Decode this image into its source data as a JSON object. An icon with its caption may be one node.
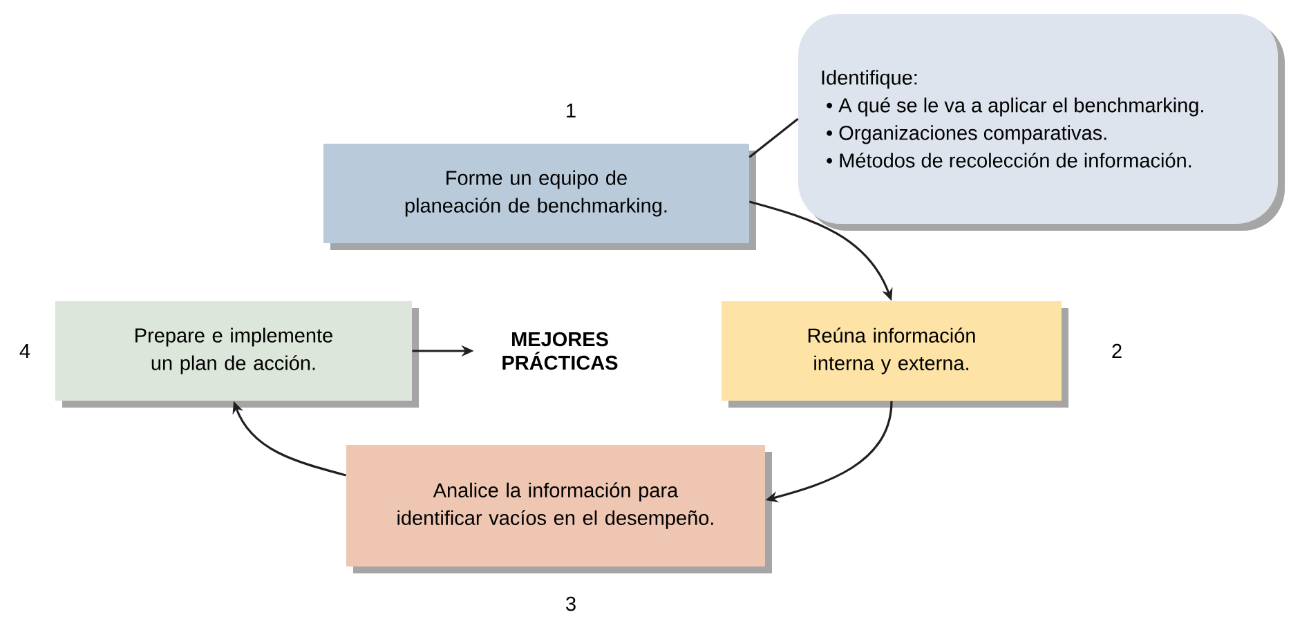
{
  "diagram": {
    "nodes": [
      {
        "text": [
          "Forme un equipo de planeación de benchmarking."
        ],
        "beside": [
          "1"
        ]
      },
      {
        "text": [
          "Identifique:",
          "• A qué se le va a aplicar el benchmarking.",
          "• Organizaciones comparativas.",
          "• Métodos de recolección de información."
        ]
      },
      {
        "text": [
          "Reúna información interna y externa."
        ],
        "beside": [
          "2"
        ]
      },
      {
        "text": [
          "Analice la información para identificar vacíos en el desempeño."
        ],
        "beside": [
          "3"
        ]
      },
      {
        "text": [
          "Prepare e implemente un plan de acción."
        ],
        "beside": [
          "4"
        ]
      },
      {
        "text": [
          "MEJORES PRÁCTICAS"
        ]
      }
    ],
    "edges": [
      {
        "from": 1,
        "to": 0,
        "arrow": "none"
      },
      {
        "from": 0,
        "to": 2,
        "arrow": "to"
      },
      {
        "from": 2,
        "to": 3,
        "arrow": "to"
      },
      {
        "from": 3,
        "to": 4,
        "arrow": "to"
      },
      {
        "from": 4,
        "to": 5,
        "arrow": "to"
      }
    ]
  }
}
